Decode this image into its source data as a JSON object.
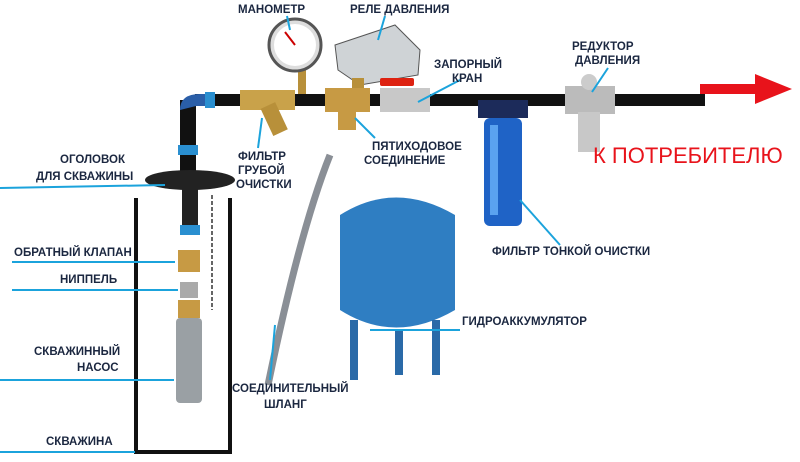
{
  "title": "Схема водоснабжения из скважины",
  "labels": {
    "manometer": "МАНОМЕТР",
    "pressure_relay": "РЕЛЕ ДАВЛЕНИЯ",
    "shutoff_valve_1": "ЗАПОРНЫЙ",
    "shutoff_valve_2": "КРАН",
    "reducer_1": "РЕДУКТОР",
    "reducer_2": "ДАВЛЕНИЯ",
    "coarse_filter_1": "ФИЛЬТР",
    "coarse_filter_2": "ГРУБОЙ",
    "coarse_filter_3": "ОЧИСТКИ",
    "five_way_1": "ПЯТИХОДОВОЕ",
    "five_way_2": "СОЕДИНЕНИЕ",
    "to_consumer": "К ПОТРЕБИТЕЛЮ",
    "wellhead_1": "ОГОЛОВОК",
    "wellhead_2": "ДЛЯ СКВАЖИНЫ",
    "check_valve": "ОБРАТНЫЙ КЛАПАН",
    "nipple": "НИППЕЛЬ",
    "pump_1": "СКВАЖИННЫЙ",
    "pump_2": "НАСОС",
    "well": "СКВАЖИНА",
    "hose_1": "СОЕДИНИТЕЛЬНЫЙ",
    "hose_2": "ШЛАНГ",
    "accumulator": "ГИДРОАККУМУЛЯТОР",
    "fine_filter": "ФИЛЬТР ТОНКОЙ ОЧИСТКИ"
  },
  "colors": {
    "pipe": "#111111",
    "accent": "#1ba3dc",
    "arrow": "#e8131b",
    "tank": "#2f7ec2",
    "text": "#1b2740"
  }
}
